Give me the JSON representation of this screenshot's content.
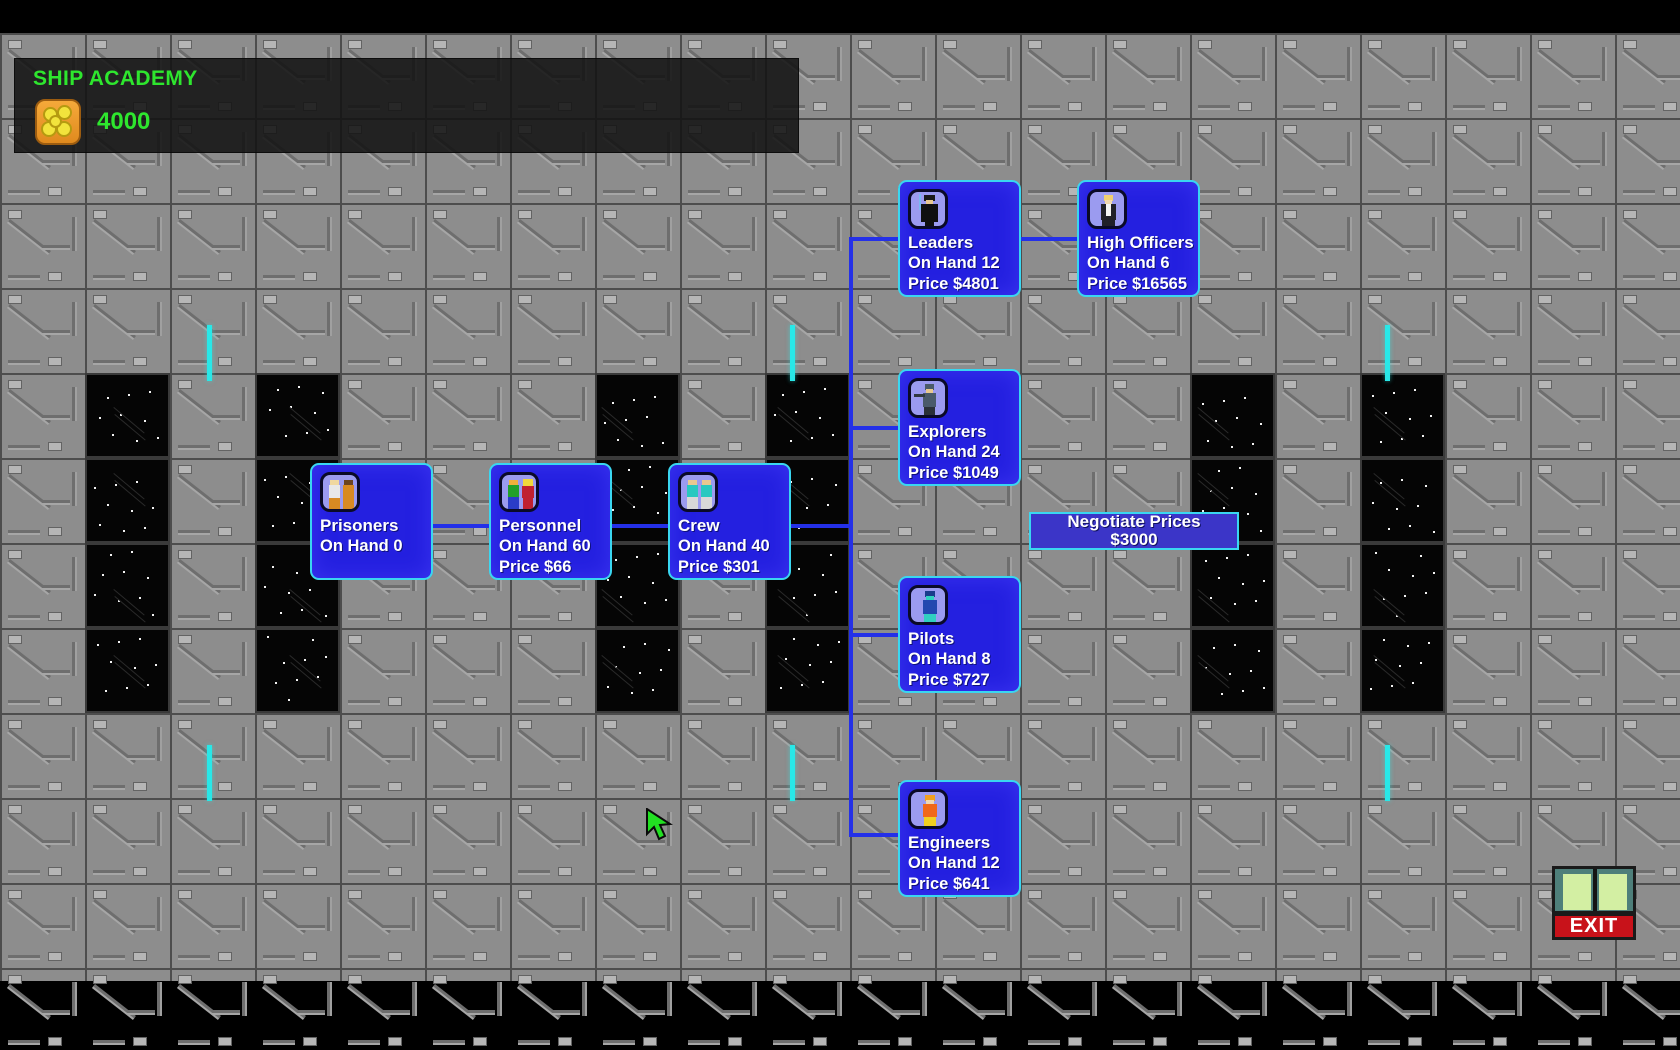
{
  "header": {
    "title": "SHIP ACADEMY",
    "money_icon": "coin-stack-icon",
    "money_value": "4000"
  },
  "nodes": [
    {
      "id": "prisoners",
      "label": "Prisoners",
      "on_hand": "On Hand 0",
      "price": "",
      "icon": "two-prisoners-icon"
    },
    {
      "id": "personnel",
      "label": "Personnel",
      "on_hand": "On Hand 60",
      "price": "Price $66",
      "icon": "two-civilians-icon"
    },
    {
      "id": "crew",
      "label": "Crew",
      "on_hand": "On Hand 40",
      "price": "Price $301",
      "icon": "two-crew-icon"
    },
    {
      "id": "leaders",
      "label": "Leaders",
      "on_hand": "On Hand 12",
      "price": "Price $4801",
      "icon": "cloaked-leader-icon"
    },
    {
      "id": "high-officers",
      "label": "High Officers",
      "on_hand": "On Hand 6",
      "price": "Price $16565",
      "icon": "officer-suit-icon"
    },
    {
      "id": "explorers",
      "label": "Explorers",
      "on_hand": "On Hand 24",
      "price": "Price $1049",
      "icon": "armed-explorer-icon"
    },
    {
      "id": "pilots",
      "label": "Pilots",
      "on_hand": "On Hand 8",
      "price": "Price $727",
      "icon": "pilot-suit-icon"
    },
    {
      "id": "engineers",
      "label": "Engineers",
      "on_hand": "On Hand 12",
      "price": "Price $641",
      "icon": "engineer-vest-icon"
    }
  ],
  "negotiate": {
    "title": "Negotiate Prices",
    "price": "$3000"
  },
  "exit": {
    "label": "EXIT",
    "icon": "exit-door-icon"
  },
  "cursor": {
    "icon": "arrow-cursor-green"
  },
  "colors": {
    "node_fill": "#2420e0",
    "node_border": "#3ad6f0",
    "link": "#2430e8",
    "title_green": "#2ee62e",
    "exit_red": "#c8121a",
    "light_strip": "#28e8e8"
  }
}
